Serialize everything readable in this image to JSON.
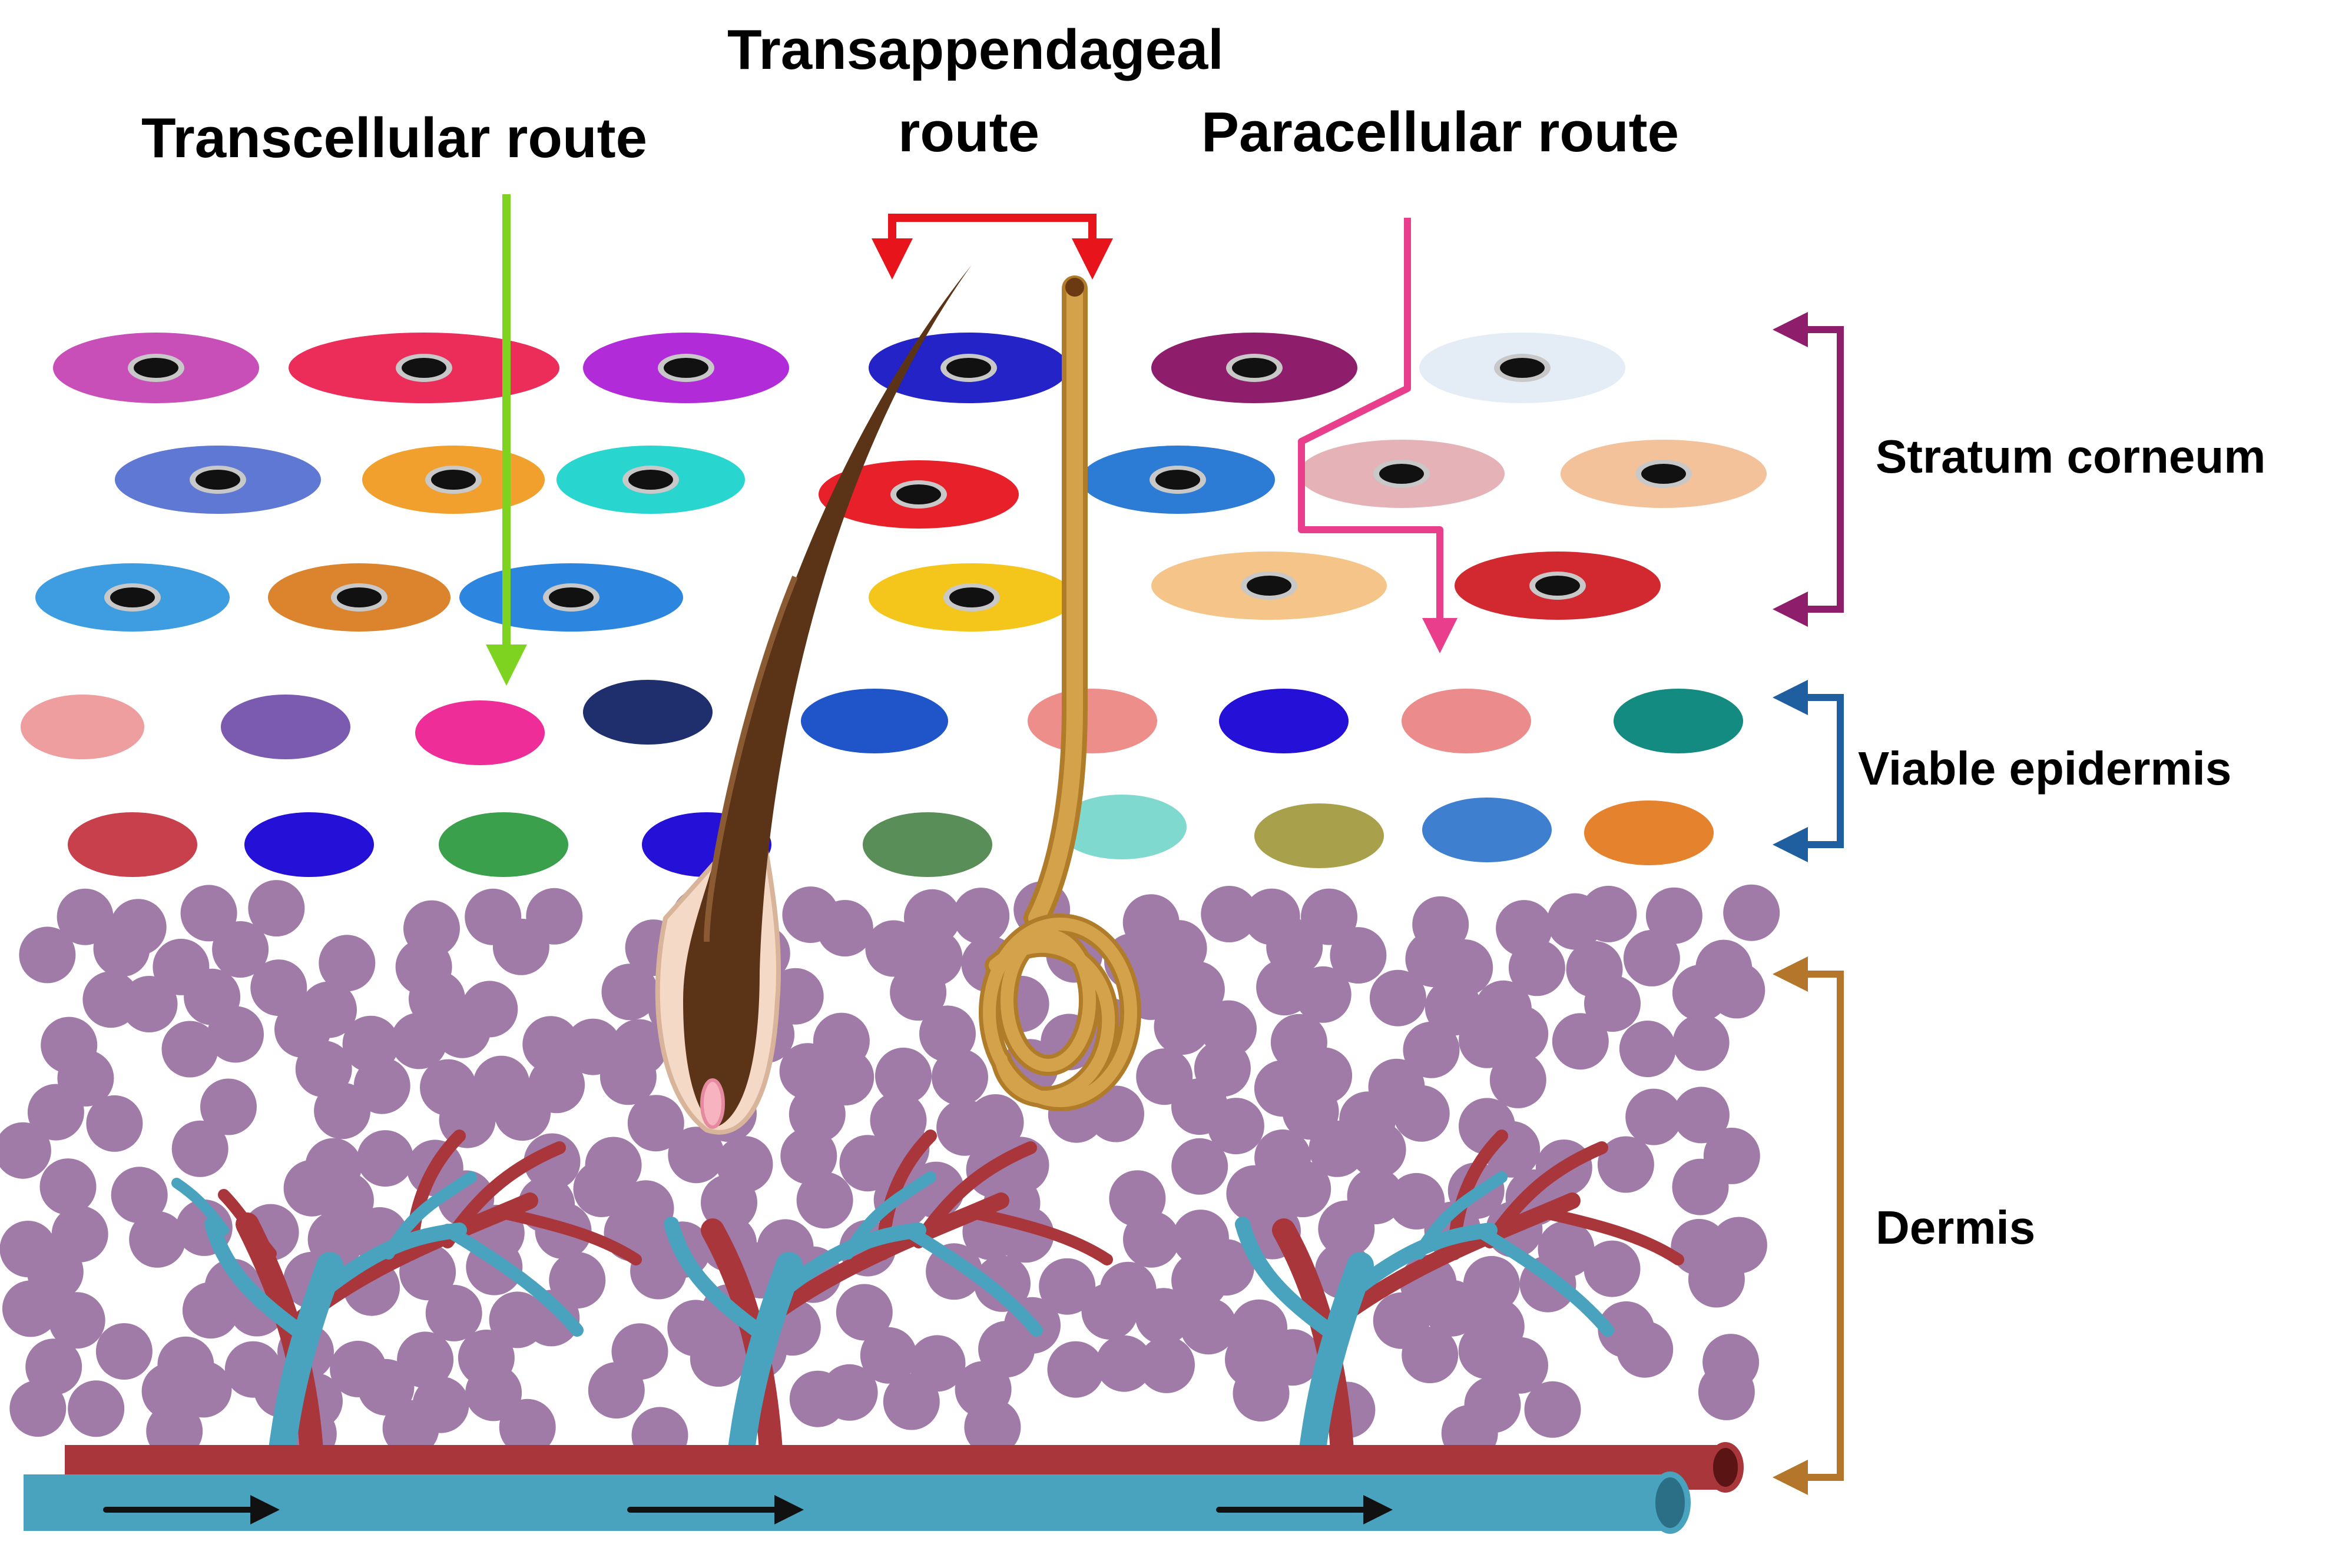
{
  "routes": {
    "transcellular": {
      "label": "Transcellular route",
      "color": "#7ed321"
    },
    "transappendageal": {
      "label_line1": "Transappendageal",
      "label_line2": "route",
      "color": "#e8141b"
    },
    "paracellular": {
      "label": "Paracellular route",
      "color": "#e83e8c"
    }
  },
  "layers": {
    "stratum_corneum": {
      "label": "Stratum corneum",
      "color": "#8e1d6b"
    },
    "viable_epidermis": {
      "label": "Viable epidermis",
      "color": "#1f5fa0"
    },
    "dermis": {
      "label": "Dermis",
      "color": "#b4762a"
    }
  },
  "colors": {
    "dermis_cell": "#a07ba8",
    "artery": "#a8363a",
    "vein": "#4aa3be",
    "hair": "#5b3417",
    "sweat_gland": "#d4a24a",
    "flow_arrow": "#111111"
  }
}
